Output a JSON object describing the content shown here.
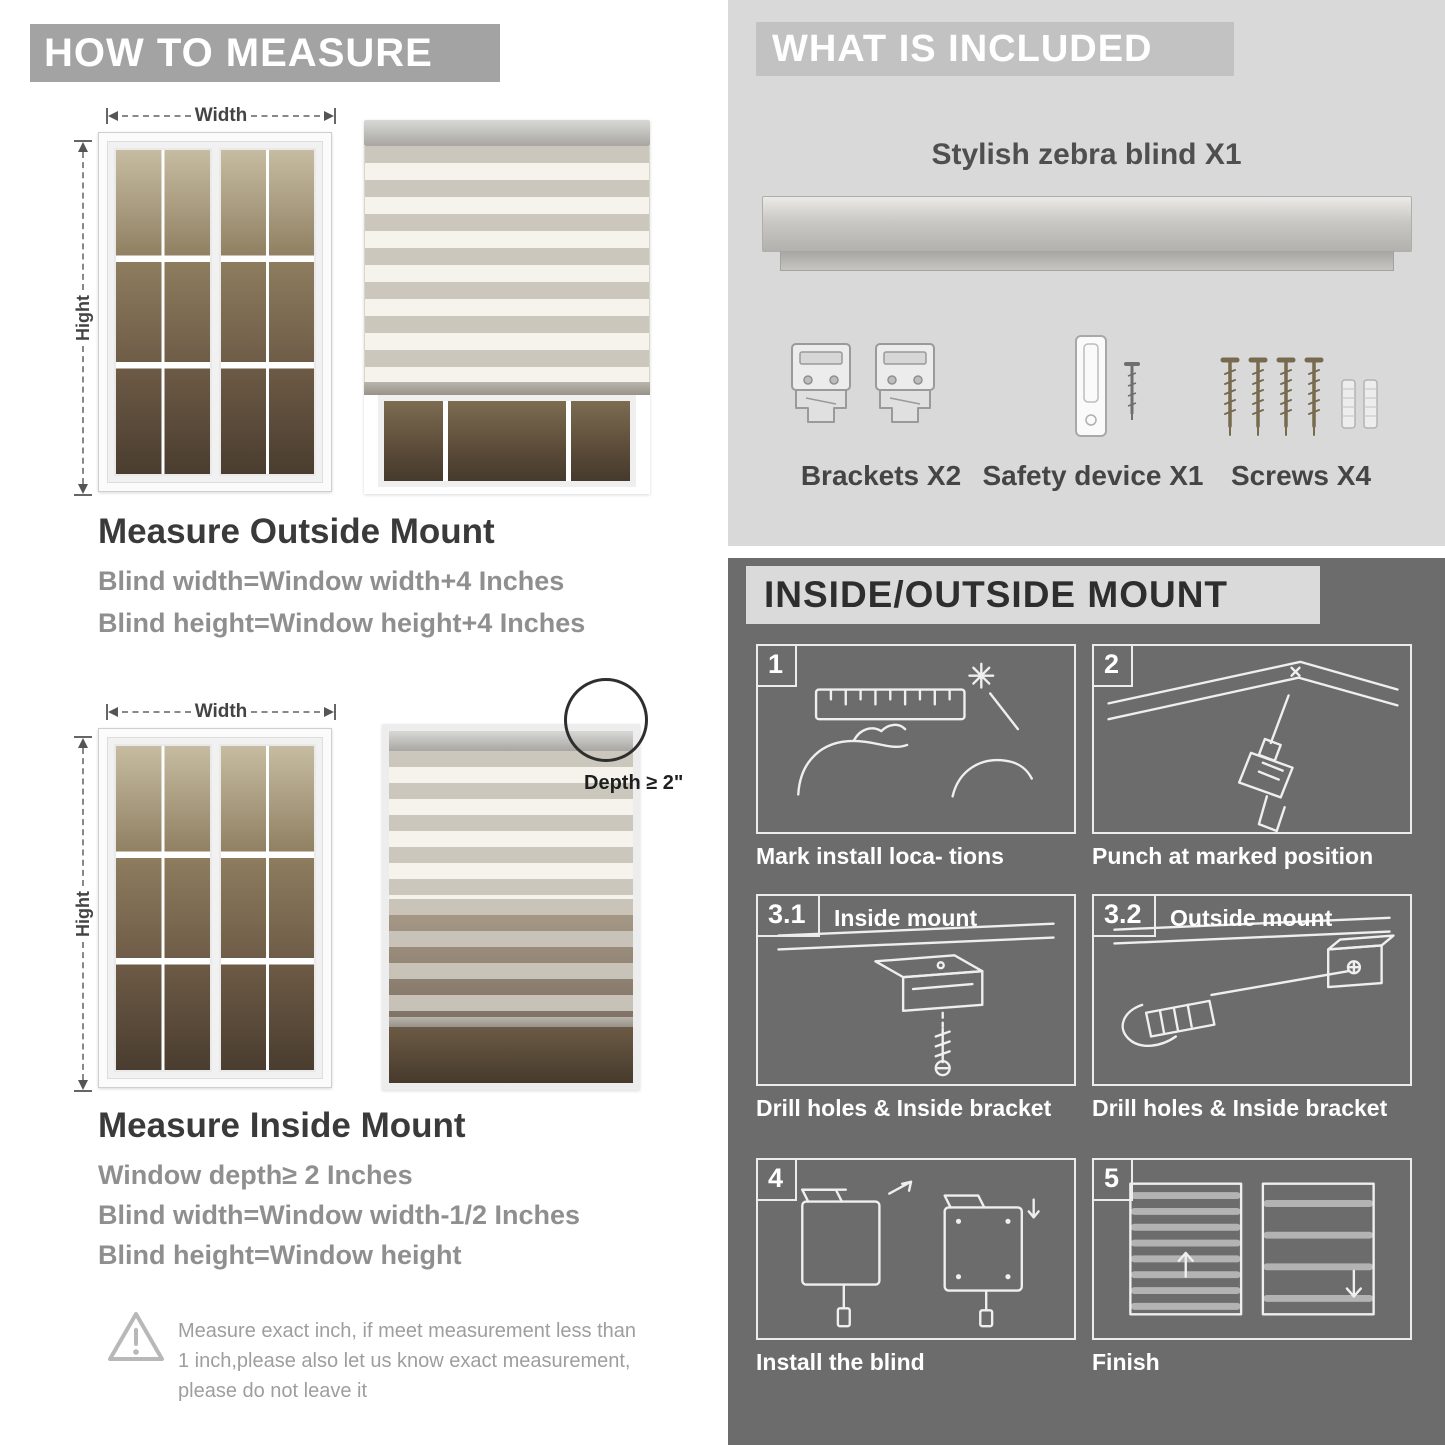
{
  "palette": {
    "left_header_bg": "#a3a3a3",
    "included_panel_bg": "#d9d9d9",
    "included_header_bg": "#c2c2c2",
    "mount_panel_bg": "#6c6c6c",
    "mount_header_bg": "#dadada",
    "heading_text": "#3a3a3a",
    "subtext_gray": "#8f8f8f"
  },
  "icons": {
    "warning": "exclamation-triangle",
    "width_arrow": "double-headed-horizontal-arrow",
    "height_arrow": "double-headed-vertical-arrow"
  },
  "left": {
    "header": "HOW TO MEASURE",
    "outside": {
      "width_label": "Width",
      "height_label": "Hight",
      "title": "Measure Outside Mount",
      "lines": [
        "Blind width=Window width+4 Inches",
        "Blind height=Window height+4 Inches"
      ]
    },
    "inside": {
      "width_label": "Width",
      "height_label": "Hight",
      "depth_label": "Depth ≥ 2\"",
      "title": "Measure Inside Mount",
      "lines": [
        "Window depth≥ 2 Inches",
        "Blind width=Window width-1/2 Inches",
        "Blind height=Window height"
      ]
    },
    "warning": {
      "text": "Measure exact inch, if meet measurement less than 1 inch,please also let us know exact measurement, please do not leave it"
    }
  },
  "right": {
    "included": {
      "header": "WHAT IS INCLUDED",
      "blind_label": "Stylish zebra blind X1",
      "items": [
        {
          "name": "brackets",
          "label": "Brackets X2"
        },
        {
          "name": "safety-device",
          "label": "Safety device X1"
        },
        {
          "name": "screws",
          "label": "Screws X4"
        }
      ]
    },
    "mount": {
      "header": "INSIDE/OUTSIDE MOUNT",
      "steps": [
        {
          "num": "1",
          "caption": "Mark install loca- tions"
        },
        {
          "num": "2",
          "caption": "Punch at  marked position"
        },
        {
          "num": "3.1",
          "label": "Inside mount",
          "caption": "Drill holes &  Inside bracket"
        },
        {
          "num": "3.2",
          "label": "Outside mount",
          "caption": "Drill holes &  Inside bracket"
        },
        {
          "num": "4",
          "caption": "Install the blind"
        },
        {
          "num": "5",
          "caption": "Finish"
        }
      ]
    }
  }
}
